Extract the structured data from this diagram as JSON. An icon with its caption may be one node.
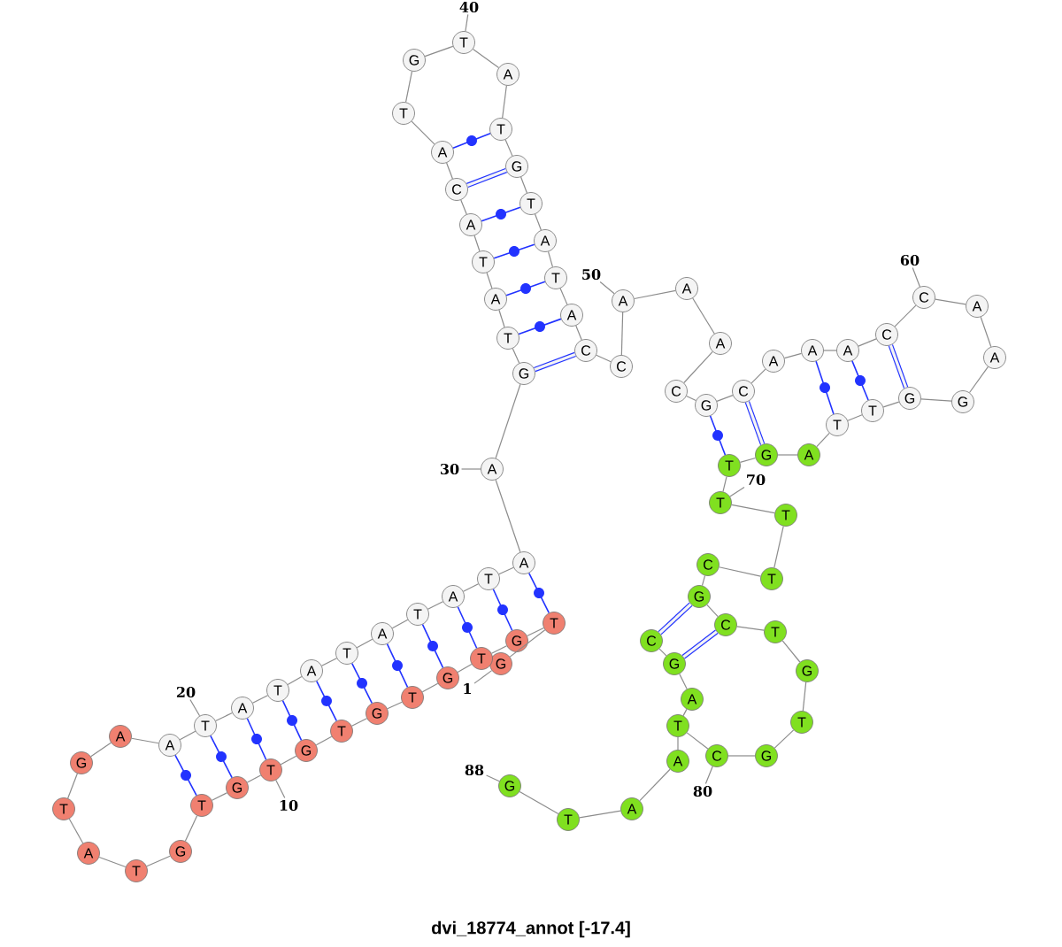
{
  "diagram": {
    "title": "dvi_18774_annot [-17.4]",
    "nodes": [
      {
        "text": [
          "G"
        ]
      },
      {
        "text": [
          "T"
        ]
      },
      {
        "text": [
          "G"
        ]
      },
      {
        "text": [
          "T"
        ]
      },
      {
        "text": [
          "G"
        ]
      },
      {
        "text": [
          "T"
        ]
      },
      {
        "text": [
          "G"
        ]
      },
      {
        "text": [
          "T"
        ]
      },
      {
        "text": [
          "G"
        ]
      },
      {
        "text": [
          "T"
        ]
      },
      {
        "text": [
          "G"
        ]
      },
      {
        "text": [
          "T"
        ]
      },
      {
        "text": [
          "G"
        ]
      },
      {
        "text": [
          "T"
        ]
      },
      {
        "text": [
          "A"
        ]
      },
      {
        "text": [
          "T"
        ]
      },
      {
        "text": [
          "G"
        ]
      },
      {
        "text": [
          "A"
        ]
      },
      {
        "text": [
          "A"
        ]
      },
      {
        "text": [
          "T"
        ]
      },
      {
        "text": [
          "A"
        ]
      },
      {
        "text": [
          "T"
        ]
      },
      {
        "text": [
          "A"
        ]
      },
      {
        "text": [
          "T"
        ]
      },
      {
        "text": [
          "A"
        ]
      },
      {
        "text": [
          "T"
        ]
      },
      {
        "text": [
          "A"
        ]
      },
      {
        "text": [
          "T"
        ]
      },
      {
        "text": [
          "A"
        ]
      },
      {
        "text": [
          "A"
        ]
      },
      {
        "text": [
          "G"
        ]
      },
      {
        "text": [
          "T"
        ]
      },
      {
        "text": [
          "A"
        ]
      },
      {
        "text": [
          "T"
        ]
      },
      {
        "text": [
          "A"
        ]
      },
      {
        "text": [
          "C"
        ]
      },
      {
        "text": [
          "A"
        ]
      },
      {
        "text": [
          "T"
        ]
      },
      {
        "text": [
          "G"
        ]
      },
      {
        "text": [
          "T"
        ]
      },
      {
        "text": [
          "A"
        ]
      },
      {
        "text": [
          "T"
        ]
      },
      {
        "text": [
          "G"
        ]
      },
      {
        "text": [
          "T"
        ]
      },
      {
        "text": [
          "A"
        ]
      },
      {
        "text": [
          "T"
        ]
      },
      {
        "text": [
          "A"
        ]
      },
      {
        "text": [
          "C"
        ]
      },
      {
        "text": [
          "C"
        ]
      },
      {
        "text": [
          "A"
        ]
      },
      {
        "text": [
          "A"
        ]
      },
      {
        "text": [
          "A"
        ]
      },
      {
        "text": [
          "C"
        ]
      },
      {
        "text": [
          "G"
        ]
      },
      {
        "text": [
          "C"
        ]
      },
      {
        "text": [
          "A"
        ]
      },
      {
        "text": [
          "A"
        ]
      },
      {
        "text": [
          "A"
        ]
      },
      {
        "text": [
          "C"
        ]
      },
      {
        "text": [
          "C"
        ]
      },
      {
        "text": [
          "A"
        ]
      },
      {
        "text": [
          "A"
        ]
      },
      {
        "text": [
          "G"
        ]
      },
      {
        "text": [
          "G"
        ]
      },
      {
        "text": [
          "T"
        ]
      },
      {
        "text": [
          "T"
        ]
      },
      {
        "text": [
          "A"
        ]
      },
      {
        "text": [
          "G"
        ]
      },
      {
        "text": [
          "T"
        ]
      },
      {
        "text": [
          "T"
        ]
      },
      {
        "text": [
          "T"
        ]
      },
      {
        "text": [
          "T"
        ]
      },
      {
        "text": [
          "C"
        ]
      },
      {
        "text": [
          "G"
        ]
      },
      {
        "text": [
          "C"
        ]
      },
      {
        "text": [
          "T"
        ]
      },
      {
        "text": [
          "G"
        ]
      },
      {
        "text": [
          "T"
        ]
      },
      {
        "text": [
          "G"
        ]
      },
      {
        "text": [
          "C"
        ]
      },
      {
        "text": [
          "T"
        ]
      },
      {
        "text": [
          "A"
        ]
      },
      {
        "text": [
          "G"
        ]
      },
      {
        "text": [
          "C"
        ]
      },
      {
        "text": [
          "A"
        ]
      },
      {
        "text": [
          "A"
        ]
      },
      {
        "text": [
          "T"
        ]
      },
      {
        "text": [
          "G"
        ]
      },
      {
        "text": [
          "1"
        ]
      },
      {
        "text": [
          "10"
        ]
      },
      {
        "text": [
          "20"
        ]
      },
      {
        "text": [
          "30"
        ]
      },
      {
        "text": [
          "40"
        ]
      },
      {
        "text": [
          "50"
        ]
      },
      {
        "text": [
          "60"
        ]
      },
      {
        "text": [
          "70"
        ]
      },
      {
        "text": [
          "80"
        ]
      },
      {
        "text": [
          "88"
        ]
      }
    ],
    "edges": [
      {
        "from": 0,
        "to": 1,
        "arrow": "none"
      },
      {
        "from": 1,
        "to": 2,
        "arrow": "none"
      },
      {
        "from": 2,
        "to": 3,
        "arrow": "none"
      },
      {
        "from": 3,
        "to": 4,
        "arrow": "none"
      },
      {
        "from": 4,
        "to": 5,
        "arrow": "none"
      },
      {
        "from": 5,
        "to": 6,
        "arrow": "none"
      },
      {
        "from": 6,
        "to": 7,
        "arrow": "none"
      },
      {
        "from": 7,
        "to": 8,
        "arrow": "none"
      },
      {
        "from": 8,
        "to": 9,
        "arrow": "none"
      },
      {
        "from": 9,
        "to": 10,
        "arrow": "none"
      },
      {
        "from": 10,
        "to": 11,
        "arrow": "none"
      },
      {
        "from": 11,
        "to": 12,
        "arrow": "none"
      },
      {
        "from": 12,
        "to": 13,
        "arrow": "none"
      },
      {
        "from": 13,
        "to": 14,
        "arrow": "none"
      },
      {
        "from": 14,
        "to": 15,
        "arrow": "none"
      },
      {
        "from": 15,
        "to": 16,
        "arrow": "none"
      },
      {
        "from": 16,
        "to": 17,
        "arrow": "none"
      },
      {
        "from": 17,
        "to": 18,
        "arrow": "none"
      },
      {
        "from": 18,
        "to": 19,
        "arrow": "none"
      },
      {
        "from": 19,
        "to": 20,
        "arrow": "none"
      },
      {
        "from": 20,
        "to": 21,
        "arrow": "none"
      },
      {
        "from": 21,
        "to": 22,
        "arrow": "none"
      },
      {
        "from": 22,
        "to": 23,
        "arrow": "none"
      },
      {
        "from": 23,
        "to": 24,
        "arrow": "none"
      },
      {
        "from": 24,
        "to": 25,
        "arrow": "none"
      },
      {
        "from": 25,
        "to": 26,
        "arrow": "none"
      },
      {
        "from": 26,
        "to": 27,
        "arrow": "none"
      },
      {
        "from": 27,
        "to": 28,
        "arrow": "none"
      },
      {
        "from": 28,
        "to": 29,
        "arrow": "none"
      },
      {
        "from": 29,
        "to": 30,
        "arrow": "none"
      },
      {
        "from": 30,
        "to": 31,
        "arrow": "none"
      },
      {
        "from": 31,
        "to": 32,
        "arrow": "none"
      },
      {
        "from": 32,
        "to": 33,
        "arrow": "none"
      },
      {
        "from": 33,
        "to": 34,
        "arrow": "none"
      },
      {
        "from": 34,
        "to": 35,
        "arrow": "none"
      },
      {
        "from": 35,
        "to": 36,
        "arrow": "none"
      },
      {
        "from": 36,
        "to": 37,
        "arrow": "none"
      },
      {
        "from": 37,
        "to": 38,
        "arrow": "none"
      },
      {
        "from": 38,
        "to": 39,
        "arrow": "none"
      },
      {
        "from": 39,
        "to": 40,
        "arrow": "none"
      },
      {
        "from": 40,
        "to": 41,
        "arrow": "none"
      },
      {
        "from": 41,
        "to": 42,
        "arrow": "none"
      },
      {
        "from": 42,
        "to": 43,
        "arrow": "none"
      },
      {
        "from": 43,
        "to": 44,
        "arrow": "none"
      },
      {
        "from": 44,
        "to": 45,
        "arrow": "none"
      },
      {
        "from": 45,
        "to": 46,
        "arrow": "none"
      },
      {
        "from": 46,
        "to": 47,
        "arrow": "none"
      },
      {
        "from": 47,
        "to": 48,
        "arrow": "none"
      },
      {
        "from": 48,
        "to": 49,
        "arrow": "none"
      },
      {
        "from": 49,
        "to": 50,
        "arrow": "none"
      },
      {
        "from": 50,
        "to": 51,
        "arrow": "none"
      },
      {
        "from": 51,
        "to": 52,
        "arrow": "none"
      },
      {
        "from": 52,
        "to": 53,
        "arrow": "none"
      },
      {
        "from": 53,
        "to": 54,
        "arrow": "none"
      },
      {
        "from": 54,
        "to": 55,
        "arrow": "none"
      },
      {
        "from": 55,
        "to": 56,
        "arrow": "none"
      },
      {
        "from": 56,
        "to": 57,
        "arrow": "none"
      },
      {
        "from": 57,
        "to": 58,
        "arrow": "none"
      },
      {
        "from": 58,
        "to": 59,
        "arrow": "none"
      },
      {
        "from": 59,
        "to": 60,
        "arrow": "none"
      },
      {
        "from": 60,
        "to": 61,
        "arrow": "none"
      },
      {
        "from": 61,
        "to": 62,
        "arrow": "none"
      },
      {
        "from": 62,
        "to": 63,
        "arrow": "none"
      },
      {
        "from": 63,
        "to": 64,
        "arrow": "none"
      },
      {
        "from": 64,
        "to": 65,
        "arrow": "none"
      },
      {
        "from": 65,
        "to": 66,
        "arrow": "none"
      },
      {
        "from": 66,
        "to": 67,
        "arrow": "none"
      },
      {
        "from": 67,
        "to": 68,
        "arrow": "none"
      },
      {
        "from": 68,
        "to": 69,
        "arrow": "none"
      },
      {
        "from": 69,
        "to": 70,
        "arrow": "none"
      },
      {
        "from": 70,
        "to": 71,
        "arrow": "none"
      },
      {
        "from": 71,
        "to": 72,
        "arrow": "none"
      },
      {
        "from": 72,
        "to": 73,
        "arrow": "none"
      },
      {
        "from": 73,
        "to": 74,
        "arrow": "none"
      },
      {
        "from": 74,
        "to": 75,
        "arrow": "none"
      },
      {
        "from": 75,
        "to": 76,
        "arrow": "none"
      },
      {
        "from": 76,
        "to": 77,
        "arrow": "none"
      },
      {
        "from": 77,
        "to": 78,
        "arrow": "none"
      },
      {
        "from": 78,
        "to": 79,
        "arrow": "none"
      },
      {
        "from": 79,
        "to": 80,
        "arrow": "none"
      },
      {
        "from": 80,
        "to": 81,
        "arrow": "none"
      },
      {
        "from": 81,
        "to": 82,
        "arrow": "none"
      },
      {
        "from": 82,
        "to": 83,
        "arrow": "none"
      },
      {
        "from": 80,
        "to": 84,
        "arrow": "none"
      },
      {
        "from": 84,
        "to": 85,
        "arrow": "none"
      },
      {
        "from": 85,
        "to": 86,
        "arrow": "none"
      },
      {
        "from": 86,
        "to": 87,
        "arrow": "none"
      },
      {
        "from": 1,
        "to": 28,
        "arrow": "none",
        "color": "#2233ff"
      },
      {
        "from": 2,
        "to": 27,
        "arrow": "none",
        "color": "#2233ff"
      },
      {
        "from": 3,
        "to": 26,
        "arrow": "none",
        "color": "#2233ff"
      },
      {
        "from": 4,
        "to": 25,
        "arrow": "none",
        "color": "#2233ff"
      },
      {
        "from": 5,
        "to": 24,
        "arrow": "none",
        "color": "#2233ff"
      },
      {
        "from": 6,
        "to": 23,
        "arrow": "none",
        "color": "#2233ff"
      },
      {
        "from": 7,
        "to": 22,
        "arrow": "none",
        "color": "#2233ff"
      },
      {
        "from": 8,
        "to": 21,
        "arrow": "none",
        "color": "#2233ff"
      },
      {
        "from": 9,
        "to": 20,
        "arrow": "none",
        "color": "#2233ff"
      },
      {
        "from": 10,
        "to": 19,
        "arrow": "none",
        "color": "#2233ff"
      },
      {
        "from": 11,
        "to": 18,
        "arrow": "none",
        "color": "#2233ff"
      },
      {
        "from": 30,
        "to": 47,
        "arrow": "none",
        "color": "#2233ff",
        "style": "thick"
      },
      {
        "from": 31,
        "to": 46,
        "arrow": "none",
        "color": "#2233ff"
      },
      {
        "from": 32,
        "to": 45,
        "arrow": "none",
        "color": "#2233ff"
      },
      {
        "from": 33,
        "to": 44,
        "arrow": "none",
        "color": "#2233ff"
      },
      {
        "from": 34,
        "to": 43,
        "arrow": "none",
        "color": "#2233ff"
      },
      {
        "from": 35,
        "to": 42,
        "arrow": "none",
        "color": "#2233ff",
        "style": "thick"
      },
      {
        "from": 36,
        "to": 41,
        "arrow": "none",
        "color": "#2233ff"
      },
      {
        "from": 53,
        "to": 68,
        "arrow": "none",
        "color": "#2233ff"
      },
      {
        "from": 54,
        "to": 67,
        "arrow": "none",
        "color": "#2233ff",
        "style": "thick"
      },
      {
        "from": 56,
        "to": 65,
        "arrow": "none",
        "color": "#2233ff"
      },
      {
        "from": 57,
        "to": 64,
        "arrow": "none",
        "color": "#2233ff"
      },
      {
        "from": 58,
        "to": 63,
        "arrow": "none",
        "color": "#2233ff",
        "style": "thick"
      },
      {
        "from": 73,
        "to": 83,
        "arrow": "none",
        "color": "#2233ff",
        "style": "thick"
      },
      {
        "from": 74,
        "to": 82,
        "arrow": "none",
        "color": "#2233ff",
        "style": "thick"
      },
      {
        "from": 88,
        "to": 0,
        "arrow": "none"
      },
      {
        "from": 89,
        "to": 9,
        "arrow": "none"
      },
      {
        "from": 90,
        "to": 19,
        "arrow": "none"
      },
      {
        "from": 91,
        "to": 29,
        "arrow": "none"
      },
      {
        "from": 92,
        "to": 39,
        "arrow": "none"
      },
      {
        "from": 93,
        "to": 49,
        "arrow": "none"
      },
      {
        "from": 94,
        "to": 59,
        "arrow": "none"
      },
      {
        "from": 95,
        "to": 69,
        "arrow": "none"
      },
      {
        "from": 96,
        "to": 79,
        "arrow": "none"
      },
      {
        "from": 97,
        "to": 87,
        "arrow": "none"
      }
    ]
  }
}
